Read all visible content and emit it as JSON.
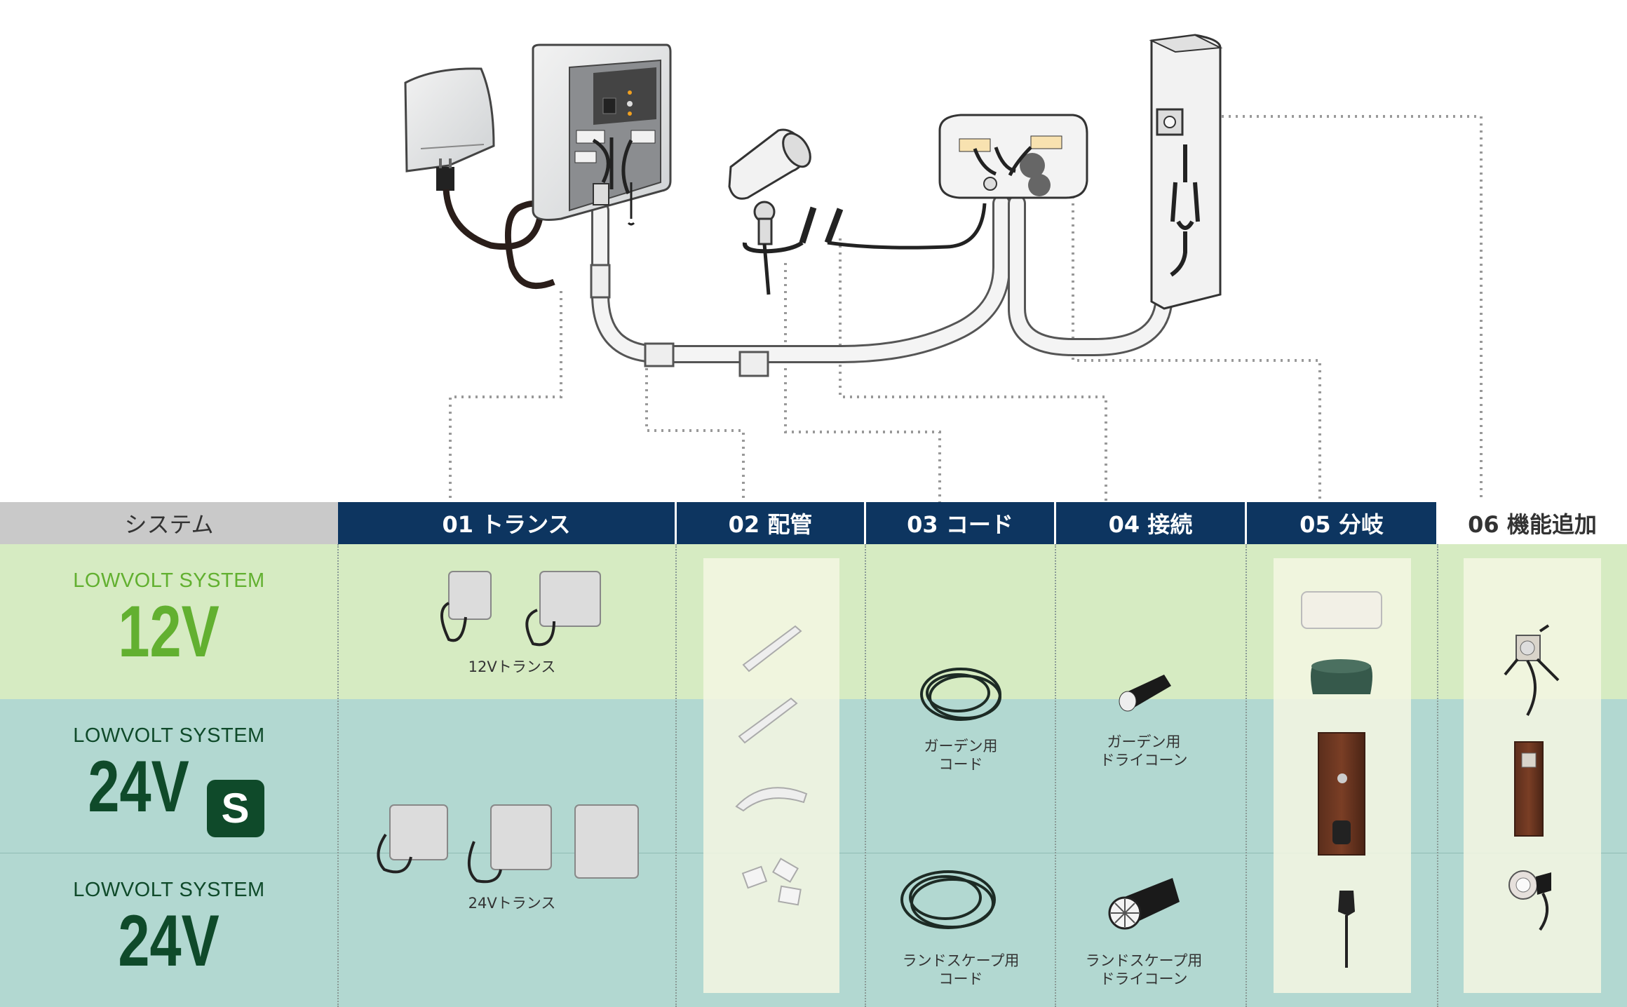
{
  "header": {
    "system": "システム",
    "col01": "01 トランス",
    "col02": "02 配管",
    "col03": "03 コード",
    "col04": "04 接続",
    "col05": "05 分岐",
    "col06": "06 機能追加"
  },
  "systems": {
    "v12": {
      "small": "LOWVOLT SYSTEM",
      "big": "12V",
      "color": "#62b030"
    },
    "v24s": {
      "small": "LOWVOLT SYSTEM",
      "big": "24V",
      "badge": "S",
      "color": "#0f4a2a"
    },
    "v24": {
      "small": "LOWVOLT SYSTEM",
      "big": "24V",
      "color": "#0f4a2a"
    }
  },
  "labels": {
    "trans12": "12Vトランス",
    "trans24": "24Vトランス",
    "garden_cord_1": "ガーデン用",
    "garden_cord_2": "コード",
    "garden_cone_1": "ガーデン用",
    "garden_cone_2": "ドライコーン",
    "land_cord_1": "ランドスケープ用",
    "land_cord_2": "コード",
    "land_cone_1": "ランドスケープ用",
    "land_cone_2": "ドライコーン"
  },
  "colors": {
    "header_blue": "#0d3560",
    "row_12v": "#d6ebc2",
    "row_24v": "#b2d8d1"
  }
}
